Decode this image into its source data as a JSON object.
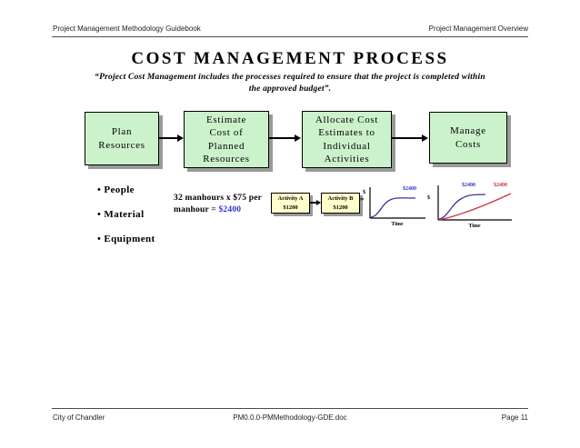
{
  "header": {
    "left": "Project Management Methodology Guidebook",
    "right": "Project Management Overview"
  },
  "title": "COST MANAGEMENT PROCESS",
  "subtitle": "“Project Cost Management includes the processes required to ensure that the project is completed within the approved budget”.",
  "flow": {
    "steps": [
      {
        "label": "Plan\nResources"
      },
      {
        "label": "Estimate\nCost of\nPlanned\nResources"
      },
      {
        "label": "Allocate Cost\nEstimates to\nIndividual\nActivities"
      },
      {
        "label": "Manage\nCosts"
      }
    ]
  },
  "resource_bullets": [
    "People",
    "Material",
    "Equipment"
  ],
  "calculation": {
    "prefix": "32 manhours x $75 per manhour = ",
    "amount": "$2400"
  },
  "activity_diagram": {
    "boxes": [
      {
        "name": "Activity A",
        "cost": "$1200"
      },
      {
        "name": "Activity B",
        "cost": "$1200"
      }
    ],
    "equals": "="
  },
  "chart_data": [
    {
      "type": "line",
      "xlabel": "Time",
      "ylabel": "$",
      "grid": false,
      "series": [
        {
          "name": "blue-s-curve",
          "label": "$2400",
          "color": "#333399",
          "shape": "s-curve rising to plateau",
          "end_value": 2400
        }
      ]
    },
    {
      "type": "line",
      "xlabel": "Time",
      "ylabel": "$",
      "grid": false,
      "series": [
        {
          "name": "blue-s-curve",
          "label": "$2400",
          "color": "#333399",
          "shape": "s-curve rising to plateau",
          "end_value": 2400
        },
        {
          "name": "red-line",
          "label": "$2400",
          "color": "#cc3344",
          "shape": "near-linear rising",
          "end_value": 2400
        }
      ]
    }
  ],
  "footer": {
    "left": "City of Chandler",
    "center": "PM0.0.0-PMMethodology-GDE.doc",
    "right": "Page 11"
  },
  "colors": {
    "box_green": "#ccf2cc",
    "box_yellow": "#ffffcc",
    "shadow_gray": "#9a9a9a",
    "accent_blue": "#3333cc",
    "line_blue": "#333399",
    "line_red": "#cc3344"
  }
}
